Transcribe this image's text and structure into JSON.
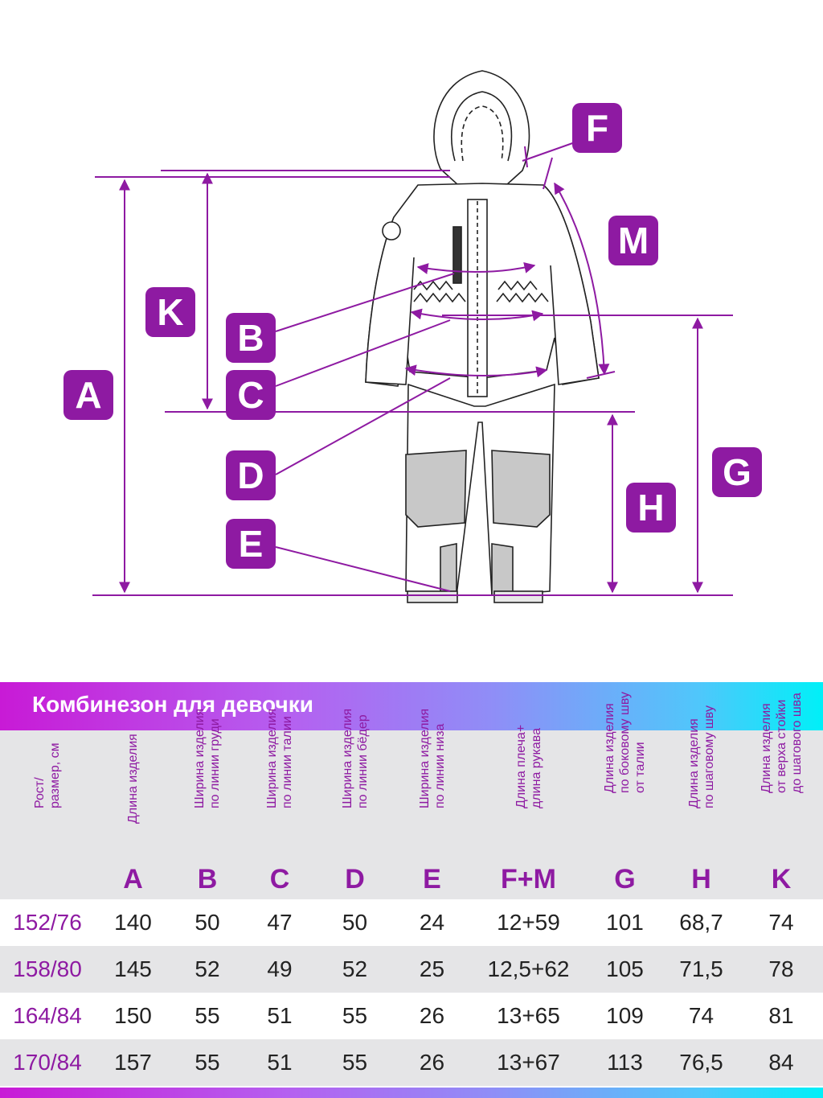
{
  "colors": {
    "purple": "#8e1aa2",
    "header_bg": "#e5e5e7"
  },
  "diagram": {
    "labels": [
      "A",
      "K",
      "B",
      "C",
      "D",
      "E",
      "F",
      "M",
      "G",
      "H"
    ]
  },
  "table": {
    "title": "Комбинезон для девочки",
    "columns": [
      {
        "desc": [
          "Рост/",
          "размер, см"
        ],
        "letter": ""
      },
      {
        "desc": [
          "Длина изделия"
        ],
        "letter": "A"
      },
      {
        "desc": [
          "Ширина изделия",
          "по линии груди"
        ],
        "letter": "B"
      },
      {
        "desc": [
          "Ширина изделия",
          "по линии талии"
        ],
        "letter": "C"
      },
      {
        "desc": [
          "Ширина изделия",
          "по линии бёдер"
        ],
        "letter": "D"
      },
      {
        "desc": [
          "Ширина изделия",
          "по линии низа"
        ],
        "letter": "E"
      },
      {
        "desc": [
          "Длина плеча+",
          "длина рукава"
        ],
        "letter": "F+M"
      },
      {
        "desc": [
          "Длина изделия",
          "по боковому шву",
          "от талии"
        ],
        "letter": "G"
      },
      {
        "desc": [
          "Длина  изделия",
          "по шаговому шву"
        ],
        "letter": "H"
      },
      {
        "desc": [
          "Длина  изделия",
          "от верха стойки",
          "до шагового шва"
        ],
        "letter": "K"
      }
    ],
    "rows": [
      [
        "152/76",
        "140",
        "50",
        "47",
        "50",
        "24",
        "12+59",
        "101",
        "68,7",
        "74"
      ],
      [
        "158/80",
        "145",
        "52",
        "49",
        "52",
        "25",
        "12,5+62",
        "105",
        "71,5",
        "78"
      ],
      [
        "164/84",
        "150",
        "55",
        "51",
        "55",
        "26",
        "13+65",
        "109",
        "74",
        "81"
      ],
      [
        "170/84",
        "157",
        "55",
        "51",
        "55",
        "26",
        "13+67",
        "113",
        "76,5",
        "84"
      ]
    ]
  }
}
